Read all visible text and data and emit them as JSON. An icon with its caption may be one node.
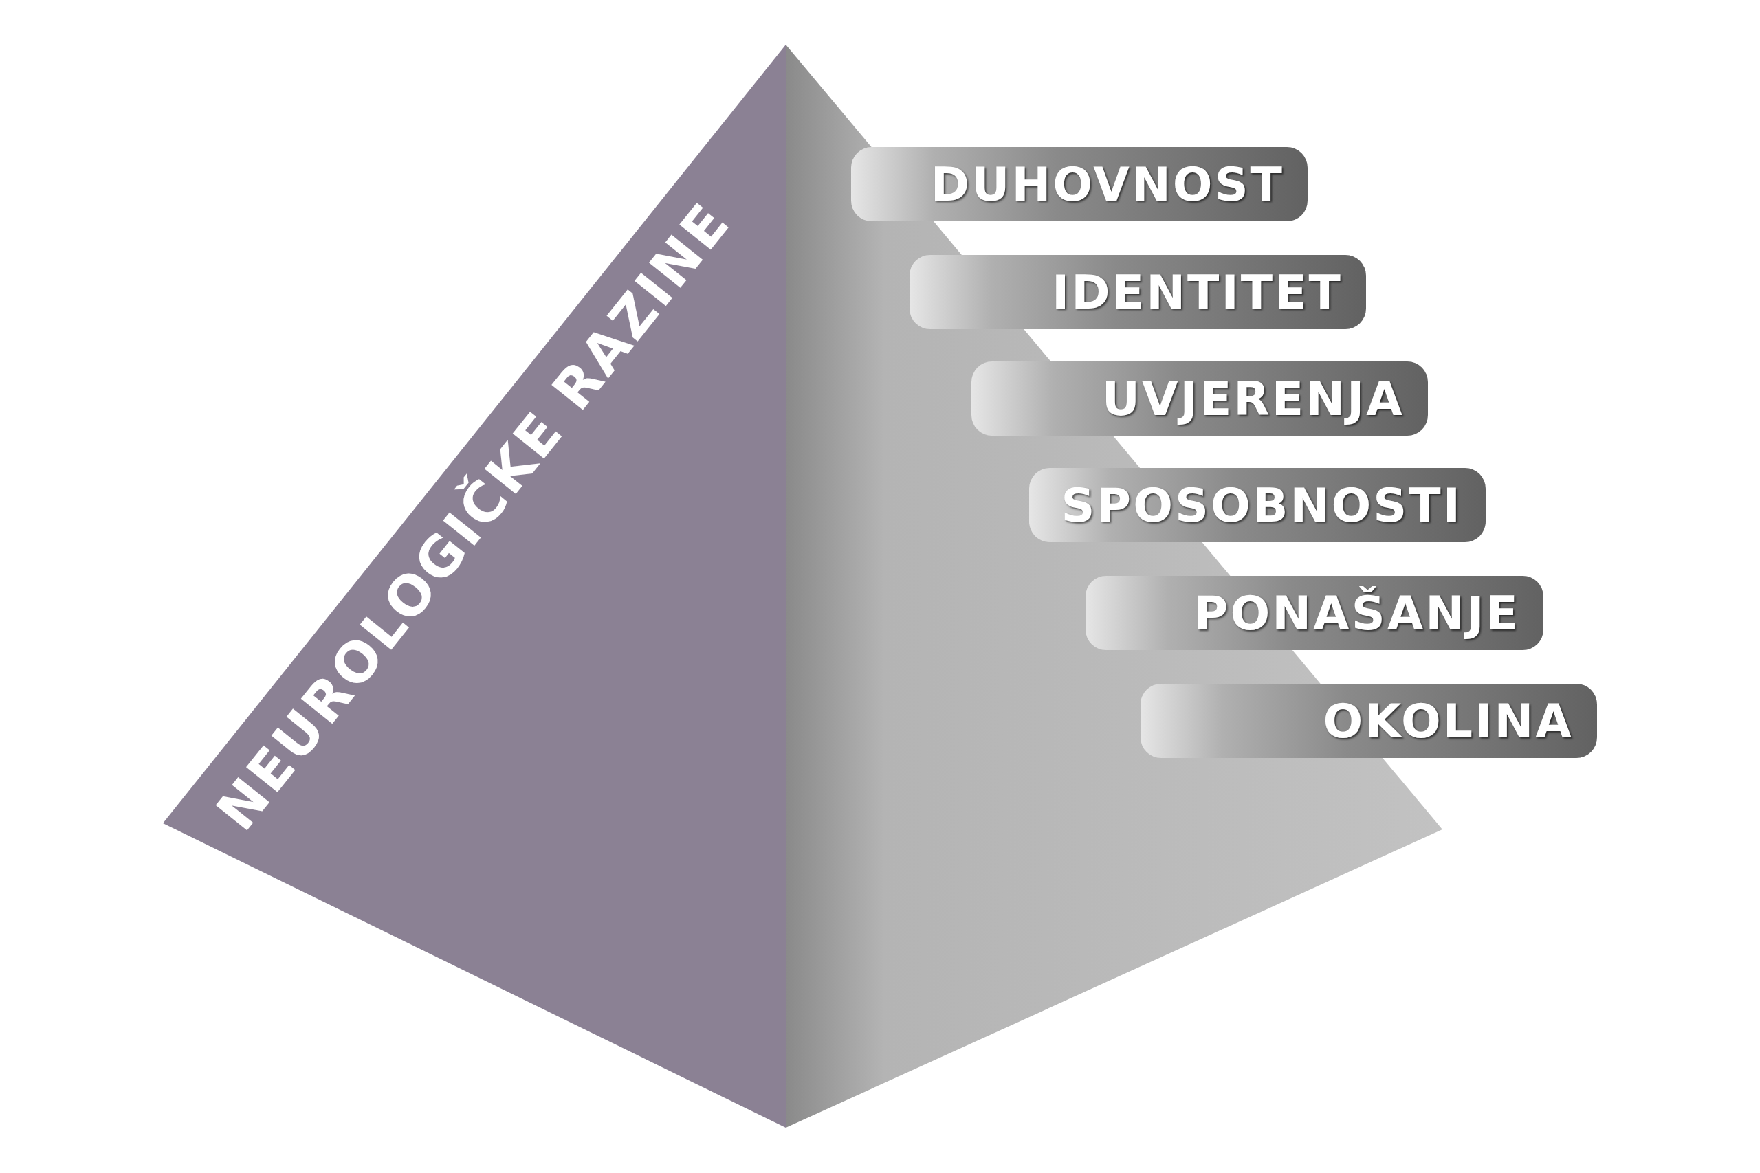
{
  "diagram": {
    "nodes": [
      {
        "text": [
          "NEUROLOGIČKE RAZINE"
        ]
      },
      {
        "text": [
          "DUHOVNOST"
        ]
      },
      {
        "text": [
          "IDENTITET"
        ]
      },
      {
        "text": [
          "UVJERENJA"
        ]
      },
      {
        "text": [
          "SPOSOBNOSTI"
        ]
      },
      {
        "text": [
          "PONAŠANJE"
        ]
      },
      {
        "text": [
          "OKOLINA"
        ]
      }
    ]
  }
}
